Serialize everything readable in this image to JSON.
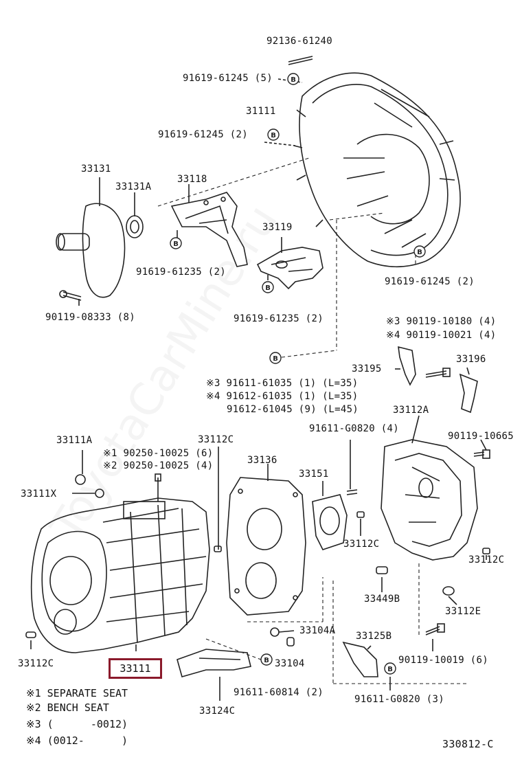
{
  "watermark": "ToyotaCarMine.ru",
  "diagram_code": "330812-C",
  "highlighted_part": "33111",
  "labels": {
    "l_92136_61240": "92136-61240",
    "l_91619_61245_5": "91619-61245 (5)",
    "l_31111": "31111",
    "l_91619_61245_2a": "91619-61245 (2)",
    "l_33131": "33131",
    "l_33131a": "33131A",
    "l_33118": "33118",
    "l_33119": "33119",
    "l_91619_61235_2a": "91619-61235 (2)",
    "l_91619_61245_2b": "91619-61245 (2)",
    "l_90119_08333": "90119-08333 (8)",
    "l_91619_61235_2b": "91619-61235 (2)",
    "l_n3_90119_10180": "※3 90119-10180 (4)",
    "l_n4_90119_10021": "※4 90119-10021 (4)",
    "l_33195": "33195",
    "l_33196": "33196",
    "l_n3_91611": "※3 91611-61035 (1) (L=35)",
    "l_n4_91612": "※4 91612-61035 (1) (L=35)",
    "l_91612_61045": "91612-61045 (9) (L=45)",
    "l_33112a": "33112A",
    "l_33111a": "33111A",
    "l_33112c_top": "33112C",
    "l_91611_g0820_4": "91611-G0820 (4)",
    "l_90119_10665": "90119-10665",
    "l_n1_90250": "※1 90250-10025 (6)",
    "l_n2_90250": "※2 90250-10025 (4)",
    "l_33136": "33136",
    "l_33151": "33151",
    "l_33111x": "33111X",
    "l_33112c_mid": "33112C",
    "l_33112c_right": "33112C",
    "l_33449b": "33449B",
    "l_33112e": "33112E",
    "l_33104a": "33104A",
    "l_33125b": "33125B",
    "l_33112c_left": "33112C",
    "l_33104": "33104",
    "l_90119_10019": "90119-10019 (6)",
    "l_91611_60814": "91611-60814 (2)",
    "l_91611_g0820_3": "91611-G0820 (3)",
    "l_33124c": "33124C"
  },
  "notes": [
    "※1 SEPARATE SEAT",
    "※2 BENCH SEAT",
    "※3 (      -0012)",
    "※4 (0012-      )"
  ],
  "bolt_marker": "B"
}
